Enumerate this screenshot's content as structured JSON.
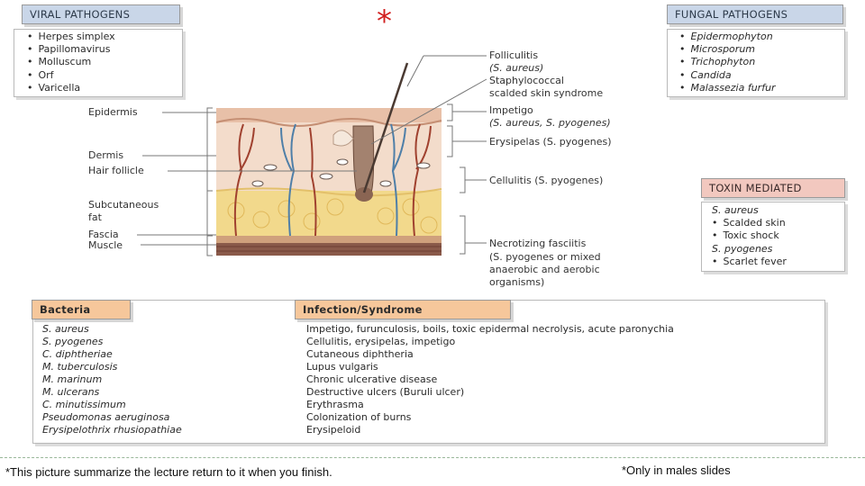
{
  "star": "*",
  "viral": {
    "title": "VIRAL PATHOGENS",
    "items": [
      "Herpes simplex",
      "Papillomavirus",
      "Molluscum",
      "Orf",
      "Varicella"
    ]
  },
  "fungal": {
    "title": "FUNGAL PATHOGENS",
    "items": [
      "Epidermophyton",
      "Microsporum",
      "Trichophyton",
      "Candida",
      "Malassezia furfur"
    ]
  },
  "toxin": {
    "title": "TOXIN MEDIATED",
    "items": [
      {
        "text": "S. aureus",
        "bullet": false
      },
      {
        "text": "Scalded skin",
        "bullet": true
      },
      {
        "text": "Toxic shock",
        "bullet": true
      },
      {
        "text": "S. pyogenes",
        "bullet": false
      },
      {
        "text": "Scarlet fever",
        "bullet": true
      }
    ]
  },
  "layers": {
    "epidermis": "Epidermis",
    "dermis": "Dermis",
    "hair_follicle": "Hair follicle",
    "subcutaneous_1": "Subcutaneous",
    "subcutaneous_2": "fat",
    "fascia": "Fascia",
    "muscle": "Muscle"
  },
  "infections": {
    "folliculitis_1": "Folliculitis",
    "folliculitis_2": "(S. aureus)",
    "sssl_1": "Staphylococcal",
    "sssl_2": "scalded skin syndrome",
    "impetigo_1": "Impetigo",
    "impetigo_2": "(S. aureus, S. pyogenes)",
    "erysipelas": "Erysipelas (S. pyogenes)",
    "cellulitis": "Cellulitis (S. pyogenes)",
    "nf_1": "Necrotizing fasciitis",
    "nf_2": "(S. pyogenes or mixed",
    "nf_3": "anaerobic and aerobic",
    "nf_4": "organisms)"
  },
  "table": {
    "col1_header": "Bacteria",
    "col2_header": "Infection/Syndrome",
    "rows": [
      [
        "S. aureus",
        "Impetigo, furunculosis, boils, toxic epidermal necrolysis, acute paronychia"
      ],
      [
        "S. pyogenes",
        "Cellulitis, erysipelas, impetigo"
      ],
      [
        "C. diphtheriae",
        "Cutaneous diphtheria"
      ],
      [
        "M. tuberculosis",
        "Lupus vulgaris"
      ],
      [
        "M. marinum",
        "Chronic ulcerative disease"
      ],
      [
        "M. ulcerans",
        "Destructive ulcers (Buruli ulcer)"
      ],
      [
        "C. minutissimum",
        "Erythrasma"
      ],
      [
        "Pseudomonas aeruginosa",
        "Colonization of burns"
      ],
      [
        "Erysipelothrix rhusiopathiae",
        "Erysipeloid"
      ]
    ]
  },
  "footer": {
    "left": "*This picture summarize the lecture return to it when you finish.",
    "right": "*Only in males slides"
  }
}
